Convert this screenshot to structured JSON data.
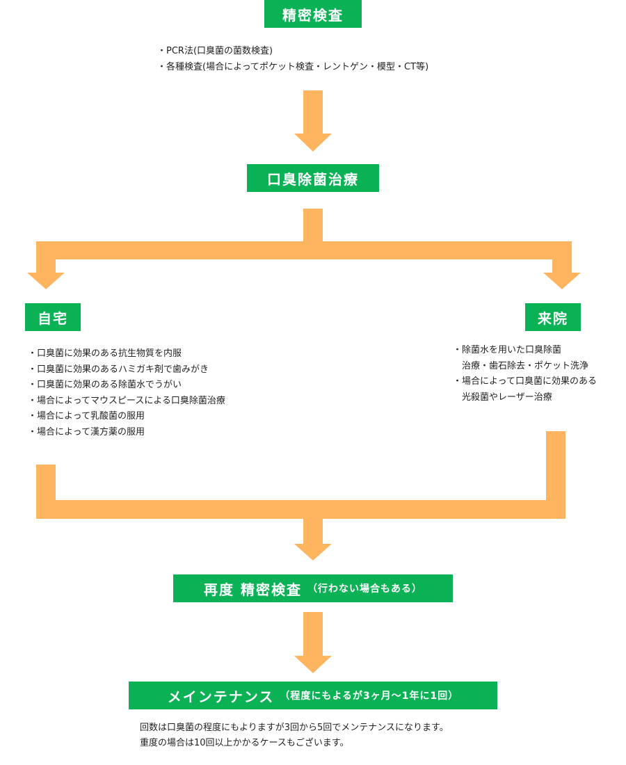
{
  "colors": {
    "box": "#0bb155",
    "box_text": "#ffffff",
    "arrow": "#ffb55f",
    "text": "#222222"
  },
  "step1": {
    "title": "精密検査",
    "bullets": [
      "PCR法(口臭菌の菌数検査)",
      "各種検査(場合によってポケット検査・レントゲン・模型・CT等)"
    ]
  },
  "step2": {
    "title": "口臭除菌治療"
  },
  "home": {
    "title": "自宅",
    "bullets": [
      "口臭菌に効果のある抗生物質を内服",
      "口臭菌に効果のあるハミガキ剤で歯みがき",
      "口臭菌に効果のある除菌水でうがい",
      "場合によってマウスピースによる口臭除菌治療",
      "場合によって乳酸菌の服用",
      "場合によって漢方薬の服用"
    ]
  },
  "clinic": {
    "title": "来院",
    "bullets": [
      {
        "line1": "除菌水を用いた口臭除菌",
        "line2": "治療・歯石除去・ポケット洗浄"
      },
      {
        "line1": "場合によって口臭菌に効果のある",
        "line2": "光殺菌やレーザー治療"
      }
    ]
  },
  "step3": {
    "title": "再度 精密検査",
    "note": "（行わない場合もある）"
  },
  "step4": {
    "title": "メインテナンス",
    "note": "（程度にもよるが3ヶ月〜1年に1回）",
    "description": [
      "回数は口臭菌の程度にもよりますが3回から5回でメンテナンスになります。",
      "重度の場合は10回以上かかるケースもございます。"
    ]
  }
}
